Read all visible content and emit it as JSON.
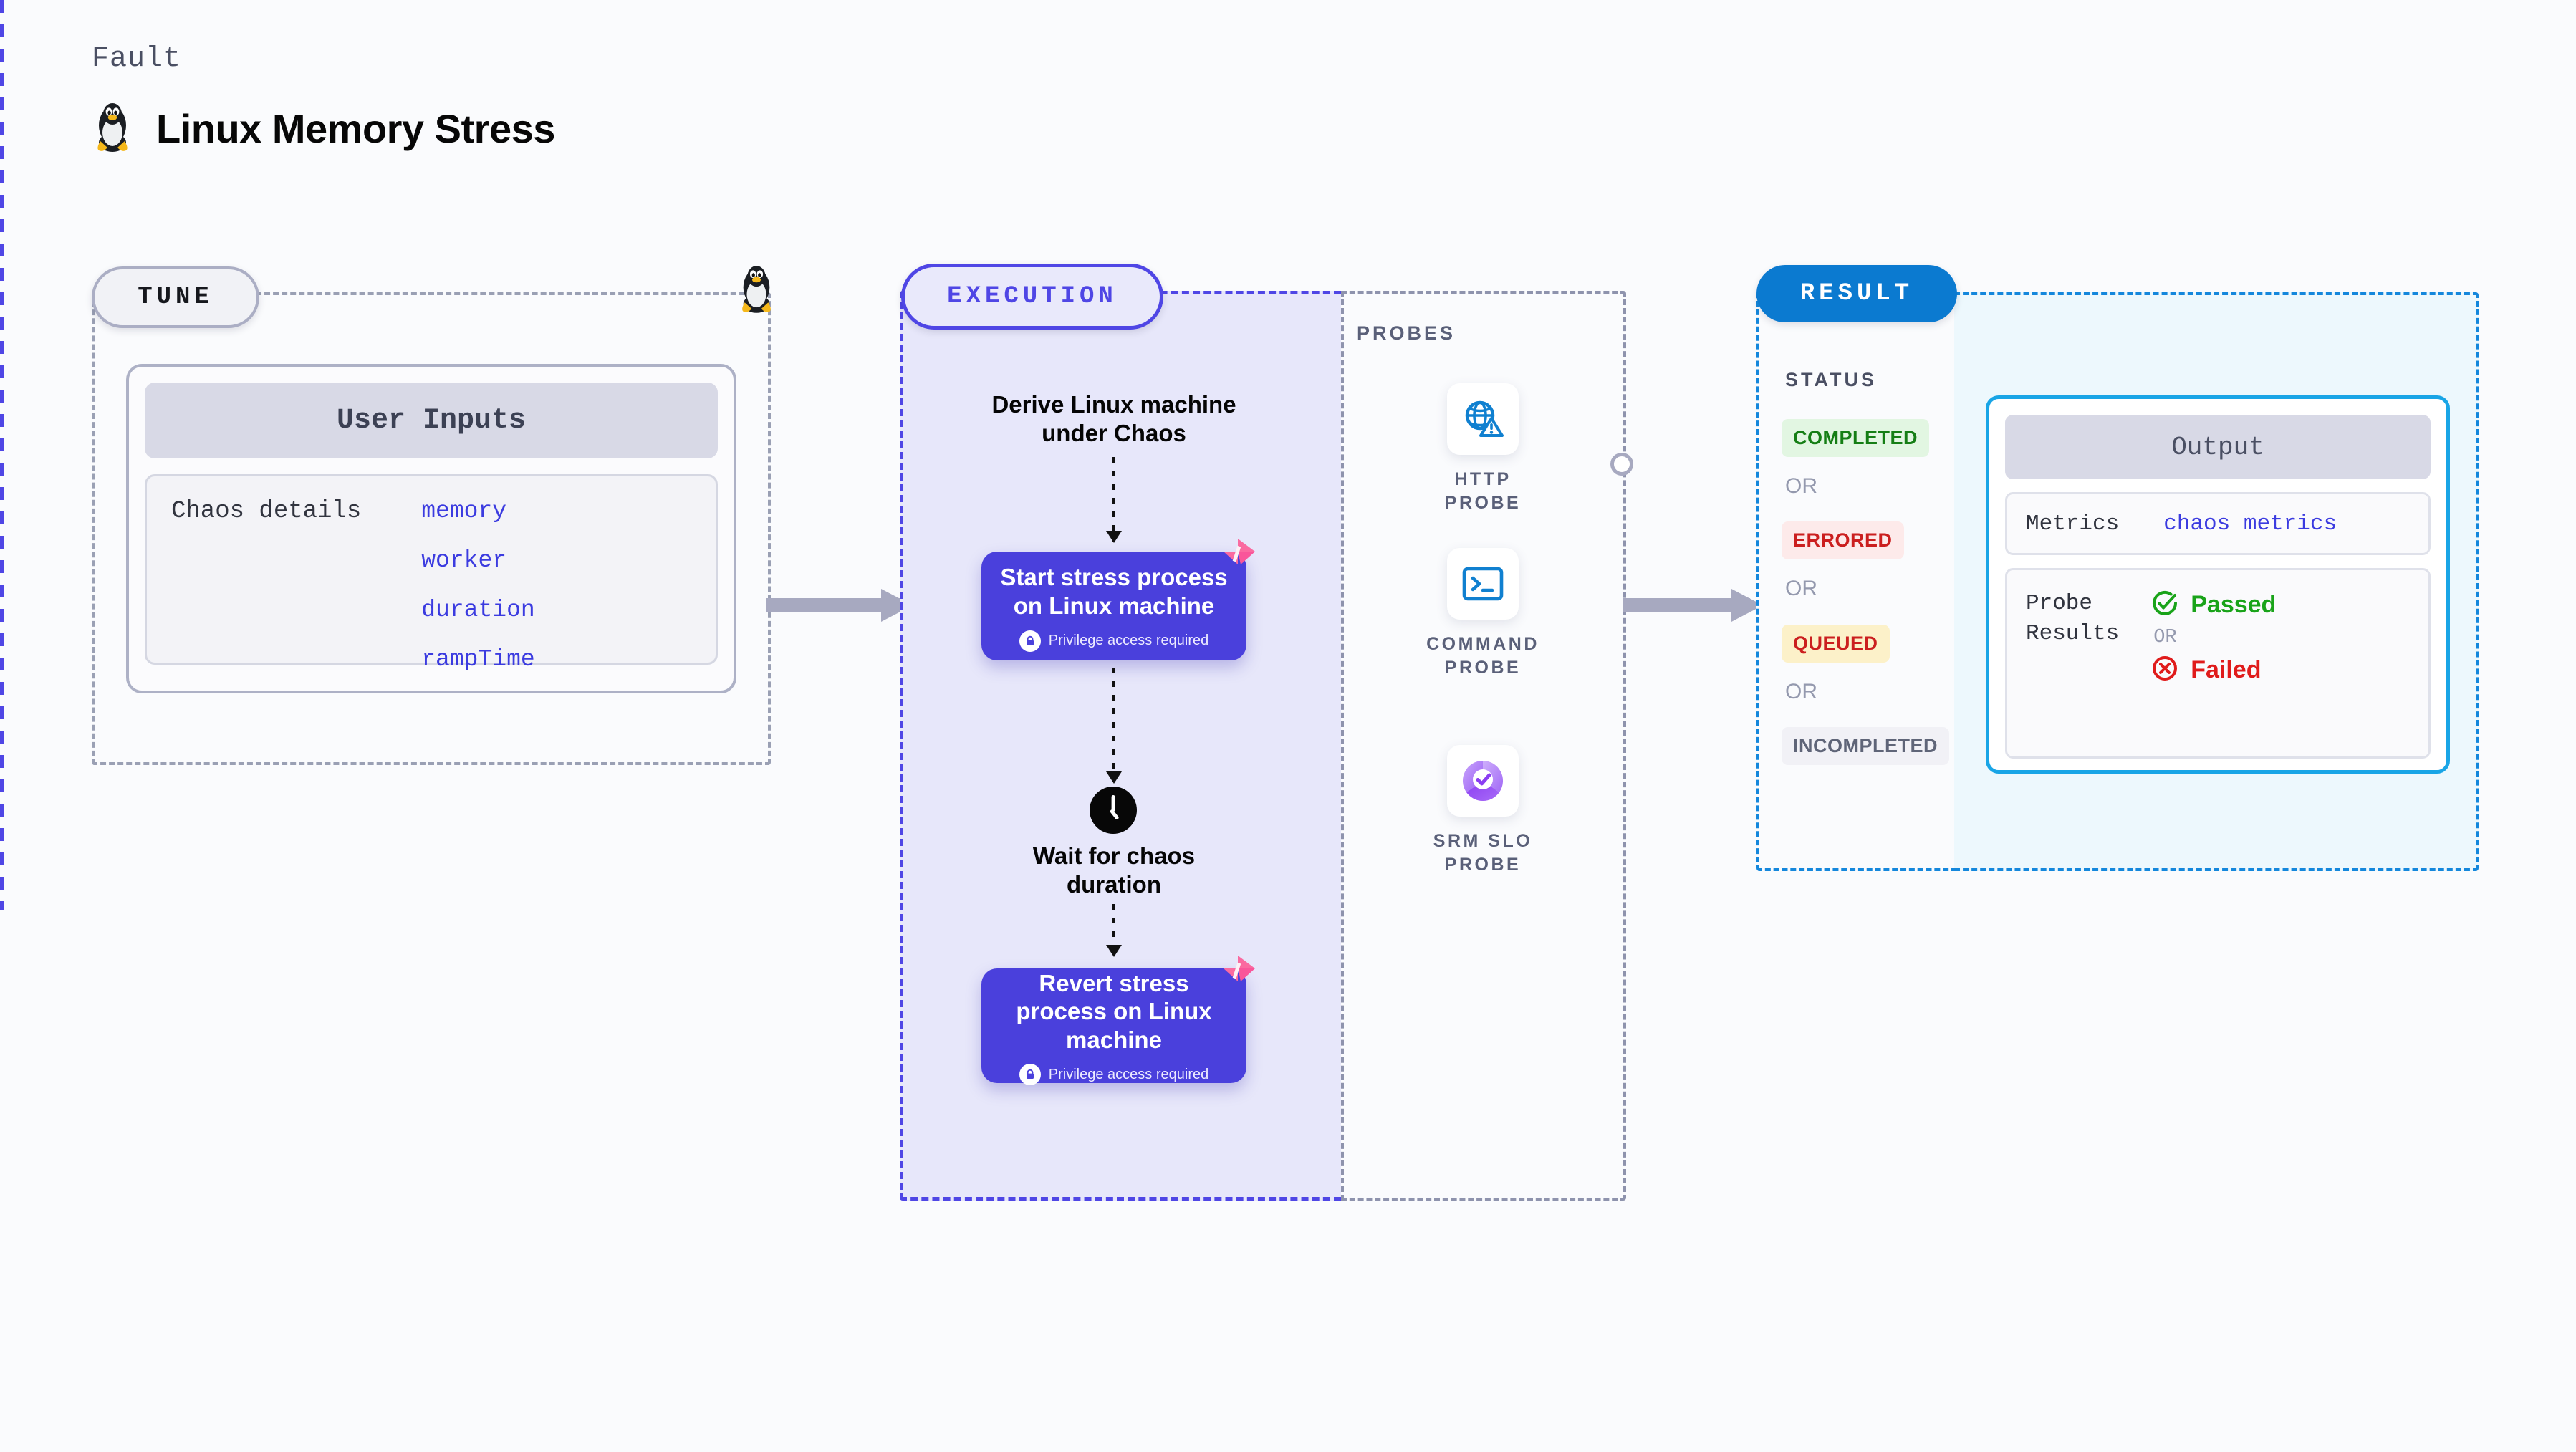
{
  "header": {
    "eyebrow": "Fault",
    "title": "Linux Memory Stress",
    "icon": "linux-tux-icon"
  },
  "tune": {
    "pill_label": "TUNE",
    "card_title": "User Inputs",
    "inputs_label": "Chaos details",
    "inputs": [
      "memory",
      "worker",
      "duration",
      "rampTime"
    ],
    "corner_icon": "linux-tux-icon"
  },
  "execution": {
    "pill_label": "EXECUTION",
    "step_derive": "Derive Linux machine\nunder Chaos",
    "step_wait": "Wait for chaos\nduration",
    "boxes": [
      {
        "title": "Start stress process on Linux machine",
        "privilege": "Privilege access required",
        "badge": "harness-badge-icon"
      },
      {
        "title": "Revert stress process on Linux machine",
        "privilege": "Privilege access required",
        "badge": "harness-badge-icon"
      }
    ],
    "wait_icon": "clock-icon"
  },
  "probes": {
    "section_label": "PROBES",
    "items": [
      {
        "label": "HTTP PROBE",
        "icon": "globe-warning-icon"
      },
      {
        "label": "COMMAND PROBE",
        "icon": "terminal-icon"
      },
      {
        "label": "SRM SLO PROBE",
        "icon": "slo-donut-check-icon"
      }
    ]
  },
  "result": {
    "pill_label": "RESULT",
    "status_label": "STATUS",
    "or_label": "OR",
    "statuses": [
      {
        "label": "COMPLETED",
        "bg": "#E2F6E2",
        "fg": "#157E15"
      },
      {
        "label": "ERRORED",
        "bg": "#FDEAEA",
        "fg": "#CB1F1F"
      },
      {
        "label": "QUEUED",
        "bg": "#FCF1C9",
        "fg": "#CB1F1F"
      },
      {
        "label": "INCOMPLETED",
        "bg": "#F1F1F6",
        "fg": "#5F6578"
      }
    ],
    "output": {
      "title": "Output",
      "metrics_key": "Metrics",
      "metrics_value": "chaos metrics",
      "probe_results_key": "Probe\nResults",
      "passed": "Passed",
      "failed": "Failed",
      "or_label": "OR",
      "passed_icon": "check-circle-icon",
      "failed_icon": "x-circle-icon"
    }
  },
  "colors": {
    "accent_purple": "#4A40DC",
    "accent_blue": "#0B7AD0",
    "probe_blue": "#1080D0",
    "badge_pink": "#FA6AA0",
    "link_blue": "#3B3BE0"
  }
}
